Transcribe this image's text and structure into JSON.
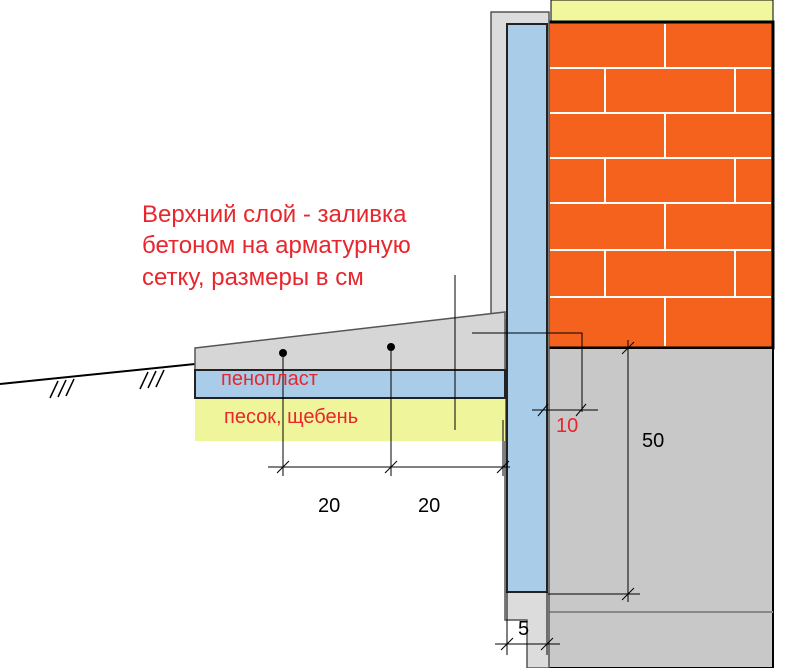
{
  "note": {
    "line1": "Верхний слой - заливка",
    "line2": "бетоном на арматурную",
    "line3": "сетку, размеры в см"
  },
  "layers": {
    "foam": "пенопласт",
    "sand": "песок, щебень"
  },
  "dimensions": {
    "step1": "20",
    "step2": "20",
    "depth": "50",
    "offset": "10",
    "insulation": "5"
  },
  "colors": {
    "brick": "#f5621e",
    "mortar": "#ffffff",
    "foundation": "#c8c8c8",
    "insulation": "#a9cde8",
    "concrete_slab": "#d6d6d6",
    "sand": "#eef59a",
    "top_strip": "#f0f79d",
    "red_text": "#e8262d"
  }
}
